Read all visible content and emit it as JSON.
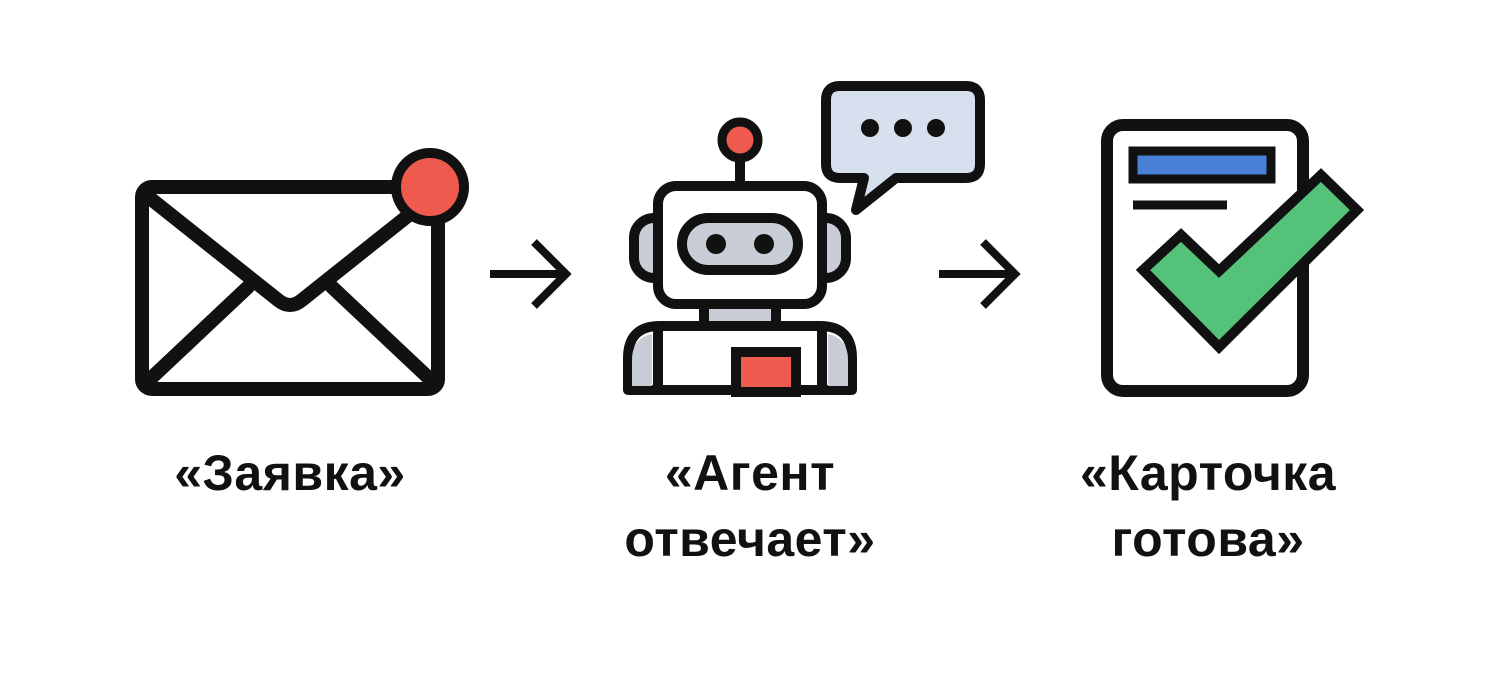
{
  "steps": [
    {
      "id": "request",
      "icon": "envelope-notification-icon",
      "label_lines": [
        "«Заявка»"
      ]
    },
    {
      "id": "agent",
      "icon": "robot-chat-icon",
      "label_lines": [
        "«Агент",
        "отвечает»"
      ]
    },
    {
      "id": "card",
      "icon": "document-check-icon",
      "label_lines": [
        "«Карточка",
        "готова»"
      ]
    }
  ],
  "connectors": [
    "arrow-right-icon",
    "arrow-right-icon"
  ],
  "colors": {
    "stroke": "#111111",
    "accent_red": "#ef5a4e",
    "robot_gray": "#c9ced6",
    "bubble_blue": "#d6e0ee",
    "bar_blue": "#4a7fd6",
    "check_green": "#55c27a"
  }
}
